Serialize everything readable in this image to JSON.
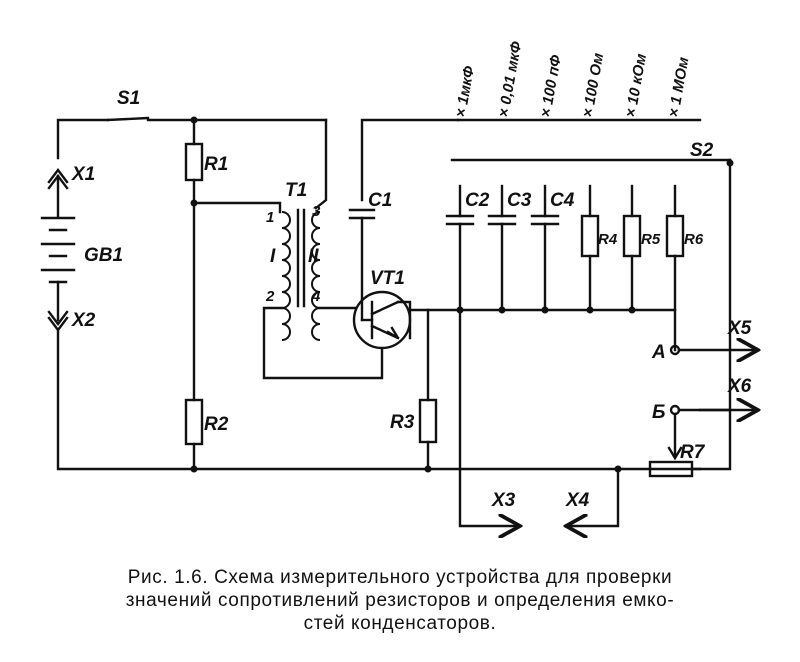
{
  "labels": {
    "s1": "S1",
    "s2": "S2",
    "x1": "X1",
    "x2": "X2",
    "x3": "X3",
    "x4": "X4",
    "x5": "X5",
    "x6": "X6",
    "gb1": "GB1",
    "r1": "R1",
    "r2": "R2",
    "r3": "R3",
    "r4": "R4",
    "r5": "R5",
    "r6": "R6",
    "r7": "R7",
    "t1": "T1",
    "vt1": "VT1",
    "c1": "C1",
    "c2": "C2",
    "c3": "C3",
    "c4": "C4",
    "pin1": "1",
    "pin2": "2",
    "pin3": "3",
    "pin4": "4",
    "winding1": "I",
    "winding2": "II",
    "node_a": "А",
    "node_b": "Б"
  },
  "ranges": [
    "× 1мкФ",
    "× 0,01 мкФ",
    "× 100 пФ",
    "× 100 Ом",
    "× 10 кОм",
    "× 1 МОм"
  ],
  "caption": {
    "line1": "Рис. 1.6. Схема измерительного устройства для проверки",
    "line2": "значений сопротивлений резисторов и определения емко-",
    "line3": "стей конденсаторов."
  }
}
